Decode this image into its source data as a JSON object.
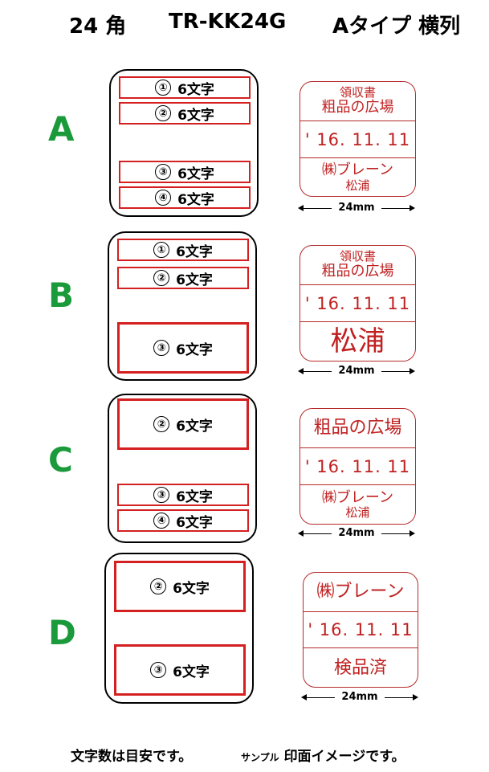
{
  "header": {
    "size": "24 角",
    "model": "TR-KK24G",
    "type": "Aタイプ 横列"
  },
  "field_text": "6文字",
  "rows": [
    {
      "label": "A",
      "fields": [
        "①",
        "②",
        "③",
        "④"
      ],
      "sample": {
        "top1": "領収書",
        "top2": "粗品の広場",
        "date": "' 16. 11. 11",
        "bot1": "㈱ブレーン",
        "bot2": "松浦"
      }
    },
    {
      "label": "B",
      "fields": [
        "①",
        "②",
        "③"
      ],
      "sample": {
        "top1": "領収書",
        "top2": "粗品の広場",
        "date": "' 16. 11. 11",
        "bot1": "松浦"
      }
    },
    {
      "label": "C",
      "fields": [
        "②",
        "③",
        "④"
      ],
      "sample": {
        "top1": "粗品の広場",
        "date": "' 16. 11. 11",
        "bot1": "㈱ブレーン",
        "bot2": "松浦"
      }
    },
    {
      "label": "D",
      "fields": [
        "②",
        "③"
      ],
      "sample": {
        "top1": "㈱ブレーン",
        "date": "' 16. 11. 11",
        "bot1": "検品済"
      }
    }
  ],
  "measure_label": "24mm",
  "footer": {
    "note": "文字数は目安です。",
    "sample_small": "サンプル",
    "sample_text": "印面イメージです。"
  },
  "colors": {
    "accent_green": "#1a9a3a",
    "stamp_red": "#c02020",
    "field_border": "#d42020"
  }
}
